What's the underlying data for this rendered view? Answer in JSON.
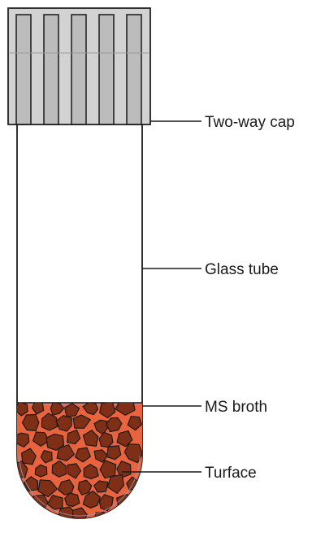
{
  "labels": {
    "cap": "Two-way cap",
    "tube": "Glass tube",
    "broth": "MS broth",
    "substrate": "Turface"
  },
  "colors": {
    "cap_fill": "#d2d2d2",
    "cap_slot": "#bcbcbc",
    "tube_outline": "#1a1a1a",
    "broth": "#e9633f",
    "particle": "#7e2f16",
    "particle_outline": "#1a1a1a",
    "meniscus": "#8fa3c8"
  }
}
